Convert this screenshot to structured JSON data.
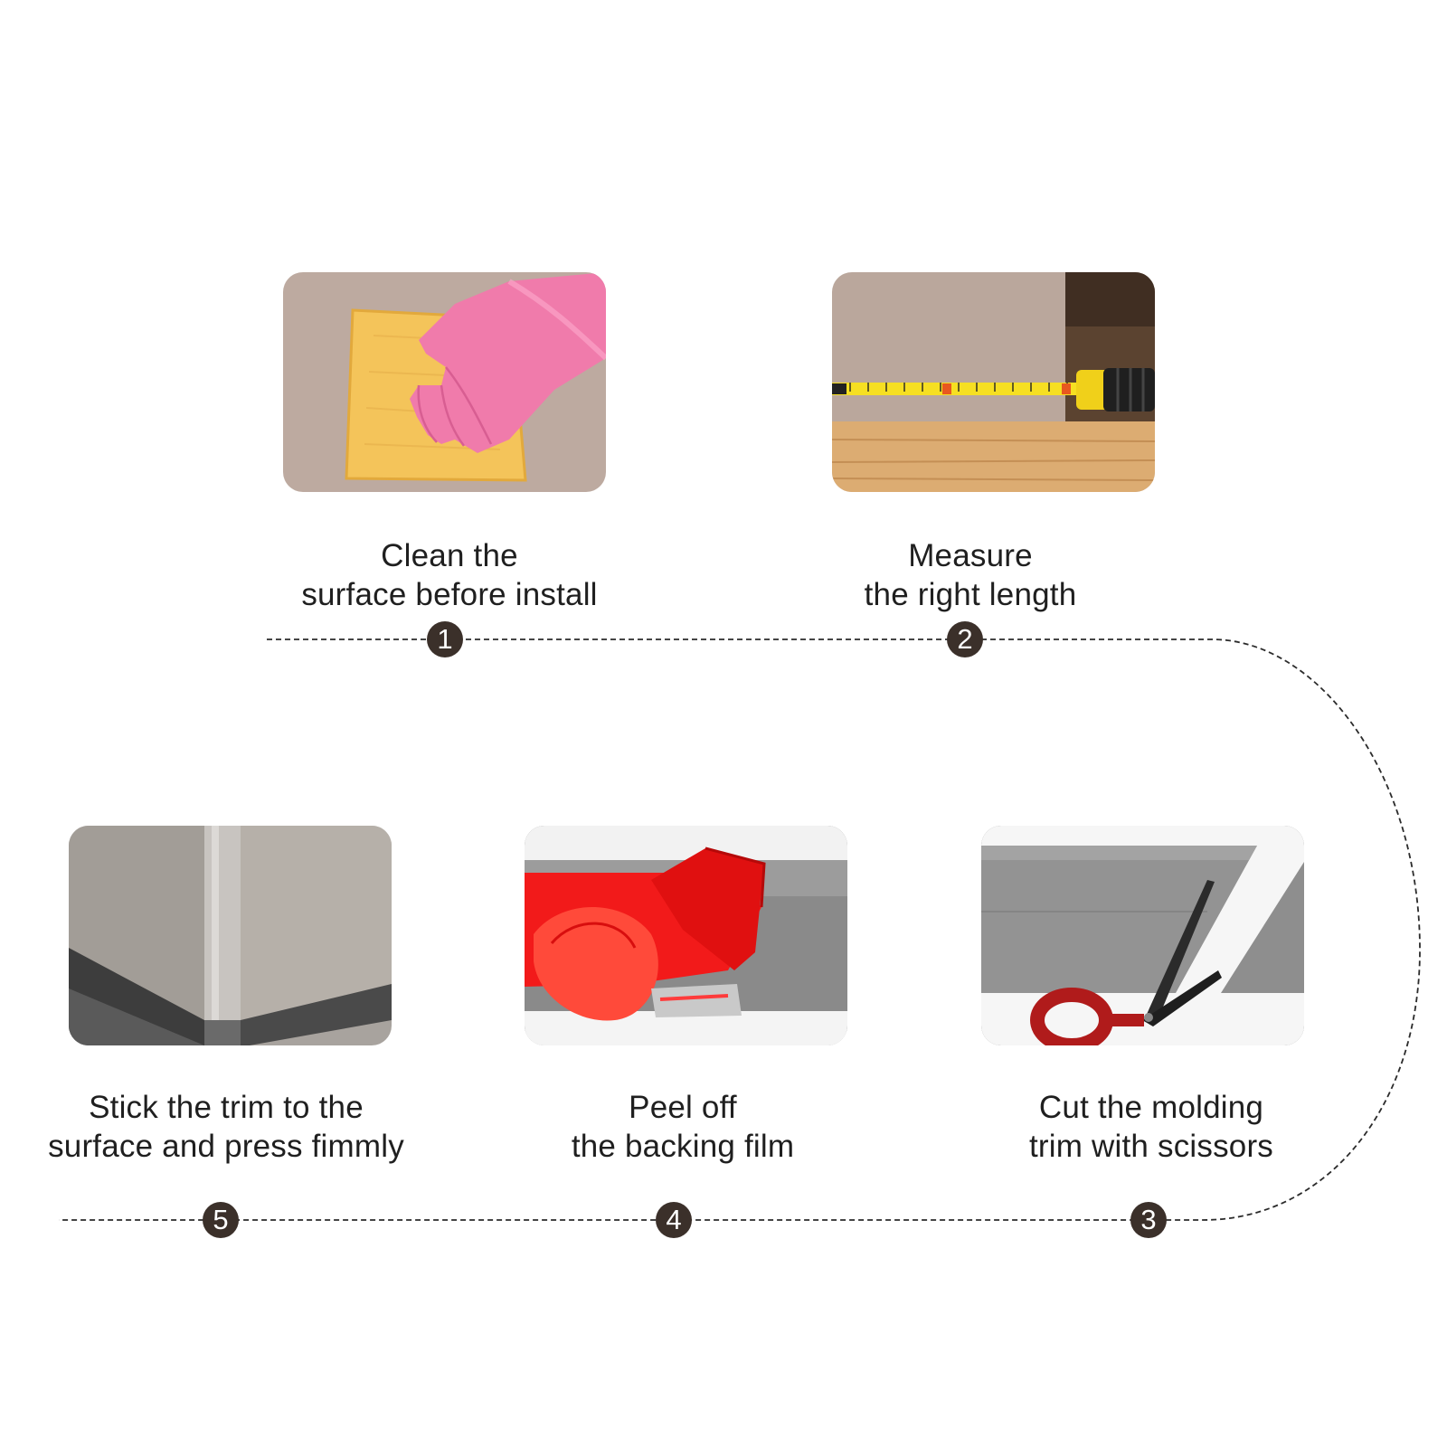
{
  "colors": {
    "dot": "#3b302a",
    "line": "#2b2b2b",
    "text": "#1f1f1f"
  },
  "steps": [
    {
      "number": "1",
      "line1": "Clean the",
      "line2": "surface before install",
      "icon": "glove-cloth-icon"
    },
    {
      "number": "2",
      "line1": "Measure",
      "line2": "the right length",
      "icon": "tape-measure-icon"
    },
    {
      "number": "3",
      "line1": "Cut the molding",
      "line2": "trim with scissors",
      "icon": "scissors-icon"
    },
    {
      "number": "4",
      "line1": "Peel off",
      "line2": "the backing film",
      "icon": "backing-film-icon"
    },
    {
      "number": "5",
      "line1": "Stick the trim to the",
      "line2": "surface and press fimmly",
      "icon": "corner-trim-icon"
    }
  ]
}
